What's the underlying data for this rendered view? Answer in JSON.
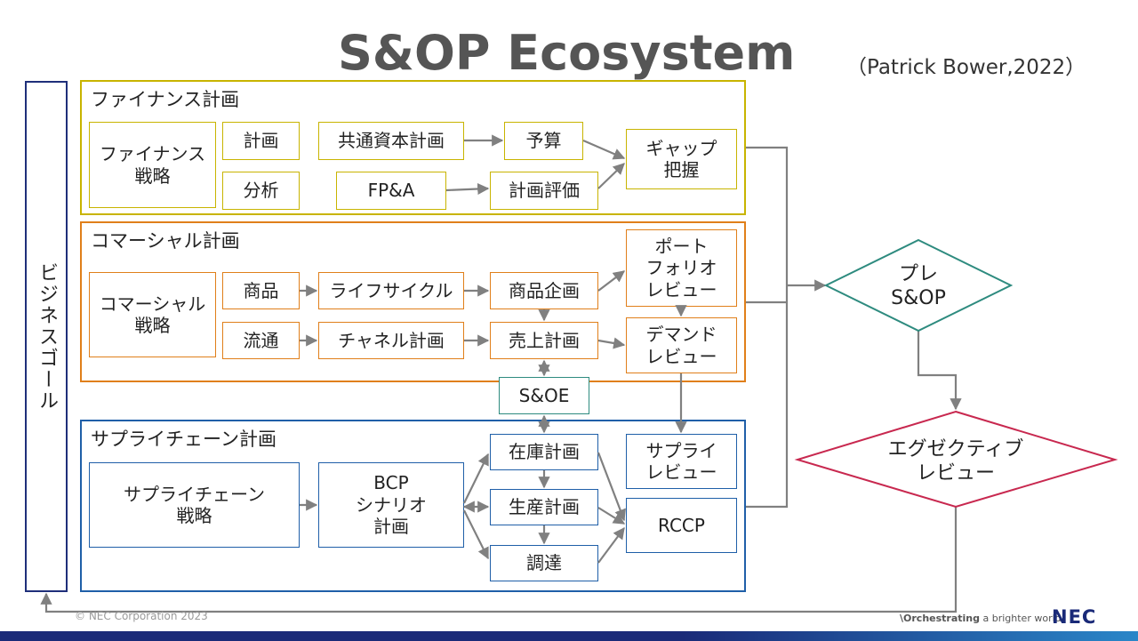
{
  "title": "S&OP Ecosystem",
  "citation": "（Patrick Bower,2022）",
  "business_goal": "ビジネスゴール",
  "finance": {
    "title": "ファイナンス計画",
    "strategy": "ファイナンス\n戦略",
    "plan": "計画",
    "analysis": "分析",
    "capital_plan": "共通資本計画",
    "budget": "予算",
    "fpa": "FP&A",
    "plan_eval": "計画評価",
    "gap": "ギャップ\n把握"
  },
  "commercial": {
    "title": "コマーシャル計画",
    "strategy": "コマーシャル\n戦略",
    "product": "商品",
    "distribution": "流通",
    "lifecycle": "ライフサイクル",
    "channel_plan": "チャネル計画",
    "product_planning": "商品企画",
    "sales_plan": "売上計画",
    "portfolio_review": "ポート\nフォリオ\nレビュー",
    "demand_review": "デマンド\nレビュー"
  },
  "soe": "S&OE",
  "supply": {
    "title": "サプライチェーン計画",
    "strategy": "サプライチェーン\n戦略",
    "bcp": "BCP\nシナリオ\n計画",
    "inventory_plan": "在庫計画",
    "production_plan": "生産計画",
    "procurement": "調達",
    "supply_review": "サプライ\nレビュー",
    "rccp": "RCCP"
  },
  "pre_sop": "プレ\nS&OP",
  "executive_review": "エグゼクティブ\nレビュー",
  "footer": {
    "copyright": "© NEC Corporation 2023",
    "tagline_bold": "\\Orchestrating",
    "tagline_rest": " a brighter world",
    "logo": "NEC"
  },
  "colors": {
    "finance": "#c8b400",
    "commercial": "#e07f1a",
    "supply": "#1f5fa8",
    "pre_sop": "#2e8b7f",
    "executive": "#c8284f",
    "goal": "#1f2f7a",
    "connector": "#808080"
  }
}
